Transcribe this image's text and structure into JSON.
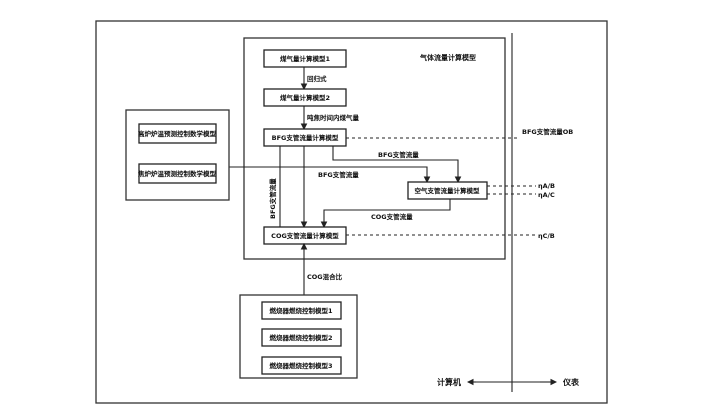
{
  "diagram": {
    "model_group_title": "气体流量计算模型",
    "boxes": {
      "gas_model_1": "煤气量计算模型1",
      "gas_model_2": "煤气量计算模型2",
      "bfg_branch_model": "BFG支管流量计算模型",
      "air_branch_model": "空气支管流量计算模型",
      "cog_branch_model": "COG支管流量计算模型"
    },
    "left_group": {
      "items": [
        "高炉炉温预测控制数学模型",
        "焦炉炉温预测控制数学模型"
      ]
    },
    "bottom_group": {
      "items": [
        "燃烧器燃烧控制模型1",
        "燃烧器燃烧控制模型2",
        "燃烧器燃烧控制模型3"
      ]
    },
    "edge_labels": {
      "regression": "回归式",
      "gas_per_time": "吨焦时间内煤气量",
      "bfg_flow_1": "BFG支管流量",
      "bfg_flow_2": "BFG支管流量",
      "bfg_flow_vertical": "BFG支管流量",
      "cog_flow": "COG支管流量",
      "cog_mix_ratio": "COG混合比"
    },
    "outputs": {
      "bfg_out": "BFG支管流量OB",
      "eta_ab": "ηA/B",
      "eta_ac": "ηA/C",
      "eta_cb": "ηC/B"
    },
    "legend": {
      "computer": "计算机",
      "instrument": "仪表"
    }
  }
}
